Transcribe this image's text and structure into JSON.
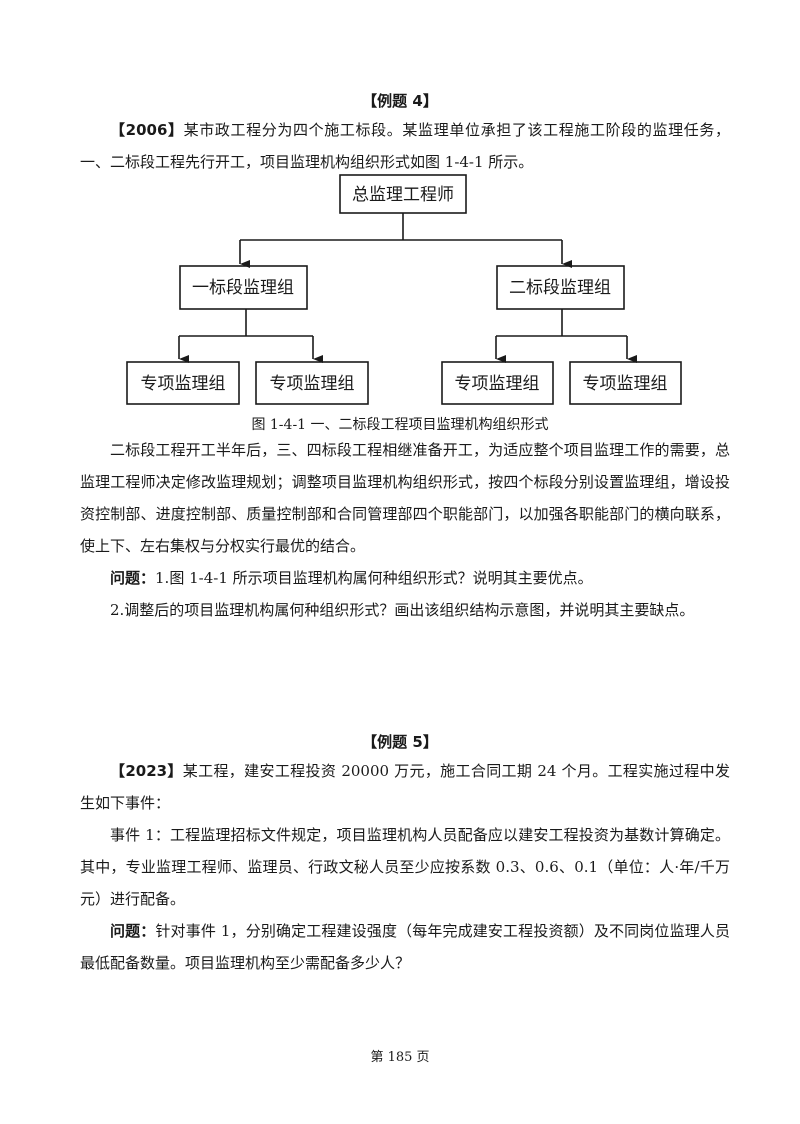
{
  "example4": {
    "heading": "【例题 4】",
    "intro_year": "【2006】",
    "intro_text": "某市政工程分为四个施工标段。某监理单位承担了该工程施工阶段的监理任务，一、二标段工程先行开工，项目监理机构组织形式如图 1-4-1 所示。",
    "diagram": {
      "root": "总监理工程师",
      "level2": [
        "一标段监理组",
        "二标段监理组"
      ],
      "level3": [
        "专项监理组",
        "专项监理组",
        "专项监理组",
        "专项监理组"
      ]
    },
    "caption": "图 1-4-1  一、二标段工程项目监理机构组织形式",
    "body": "二标段工程开工半年后，三、四标段工程相继准备开工，为适应整个项目监理工作的需要，总监理工程师决定修改监理规划；调整项目监理机构组织形式，按四个标段分别设置监理组，增设投资控制部、进度控制部、质量控制部和合同管理部四个职能部门，以加强各职能部门的横向联系，使上下、左右集权与分权实行最优的结合。",
    "question_label": "问题：",
    "question_1": "1.图 1-4-1 所示项目监理机构属何种组织形式？说明其主要优点。",
    "question_2": "2.调整后的项目监理机构属何种组织形式？画出该组织结构示意图，并说明其主要缺点。"
  },
  "example5": {
    "heading": "【例题 5】",
    "intro_year": "【2023】",
    "intro_text": "某工程，建安工程投资 20000 万元，施工合同工期 24 个月。工程实施过程中发生如下事件：",
    "event_1": "事件 1：工程监理招标文件规定，项目监理机构人员配备应以建安工程投资为基数计算确定。其中，专业监理工程师、监理员、行政文秘人员至少应按系数 0.3、0.6、0.1（单位：人·年/千万元）进行配备。",
    "question_label": "问题：",
    "question_text": "针对事件 1，分别确定工程建设强度（每年完成建安工程投资额）及不同岗位监理人员最低配备数量。项目监理机构至少需配备多少人？"
  },
  "footer": "第 185 页"
}
